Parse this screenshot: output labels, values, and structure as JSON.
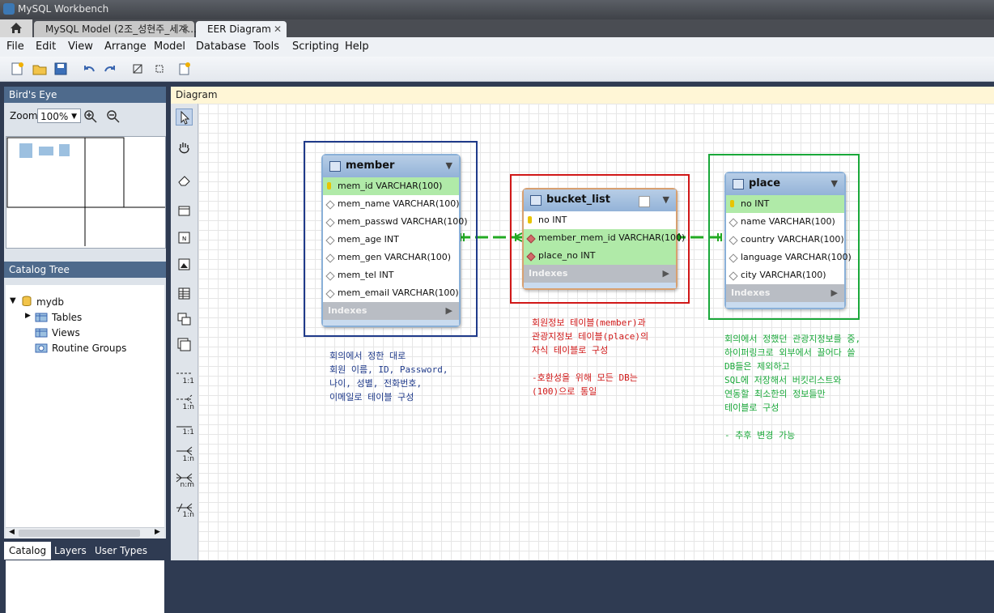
{
  "window": {
    "title": "MySQL Workbench"
  },
  "tabs": [
    {
      "label": "MySQL Model (2조_성현주_세계..."
    },
    {
      "label": "EER Diagram"
    }
  ],
  "tab_close": "✕",
  "menu": [
    "File",
    "Edit",
    "View",
    "Arrange",
    "Model",
    "Database",
    "Tools",
    "Scripting",
    "Help"
  ],
  "birds_eye": {
    "title": "Bird's Eye",
    "zoom_label": "Zoom:",
    "zoom_value": "100%"
  },
  "catalog": {
    "title": "Catalog Tree",
    "schema": "mydb",
    "children": [
      "Tables",
      "Views",
      "Routine Groups"
    ]
  },
  "bottom_tabs": [
    "Catalog",
    "Layers",
    "User Types"
  ],
  "palette_labels": [
    "1:1",
    "1:n",
    "1:1",
    "1:n",
    "n:m",
    "1:n"
  ],
  "diagram": {
    "header": "Diagram"
  },
  "tables": {
    "member": {
      "name": "member",
      "columns": [
        "mem_id VARCHAR(100)",
        "mem_name VARCHAR(100)",
        "mem_passwd VARCHAR(100)",
        "mem_age INT",
        "mem_gen VARCHAR(100)",
        "mem_tel INT",
        "mem_email VARCHAR(100)"
      ],
      "indexes": "Indexes"
    },
    "bucket_list": {
      "name": "bucket_list",
      "columns": [
        "no INT",
        "member_mem_id VARCHAR(100)",
        "place_no INT"
      ],
      "indexes": "Indexes"
    },
    "place": {
      "name": "place",
      "columns": [
        "no INT",
        "name VARCHAR(100)",
        "country VARCHAR(100)",
        "language VARCHAR(100)",
        "city VARCHAR(100)"
      ],
      "indexes": "Indexes"
    }
  },
  "notes": {
    "blue": "회의에서 정한 대로\n회원 이름, ID, Password,\n나이, 성별, 전화번호,\n이메일로 테이블 구성",
    "red": "회원정보 테이블(member)과\n관광지정보 테이블(place)의\n자식 테이블로 구성\n\n-호환성을 위해 모든 DB는\n(100)으로 통일",
    "green": "회의에서 정했던 관광지정보를 중,\n하이퍼링크로 외부에서 끌어다 쓸\nDB들은 제외하고\nSQL에 저장해서 버킷리스트와\n연동할 최소한의 정보들만\n테이블로 구성\n\n- 추후 변경 가능"
  },
  "colors": {
    "blue": "#1f3a8a",
    "red": "#d01818",
    "green": "#1aa83a",
    "relationship": "#22aa22"
  }
}
